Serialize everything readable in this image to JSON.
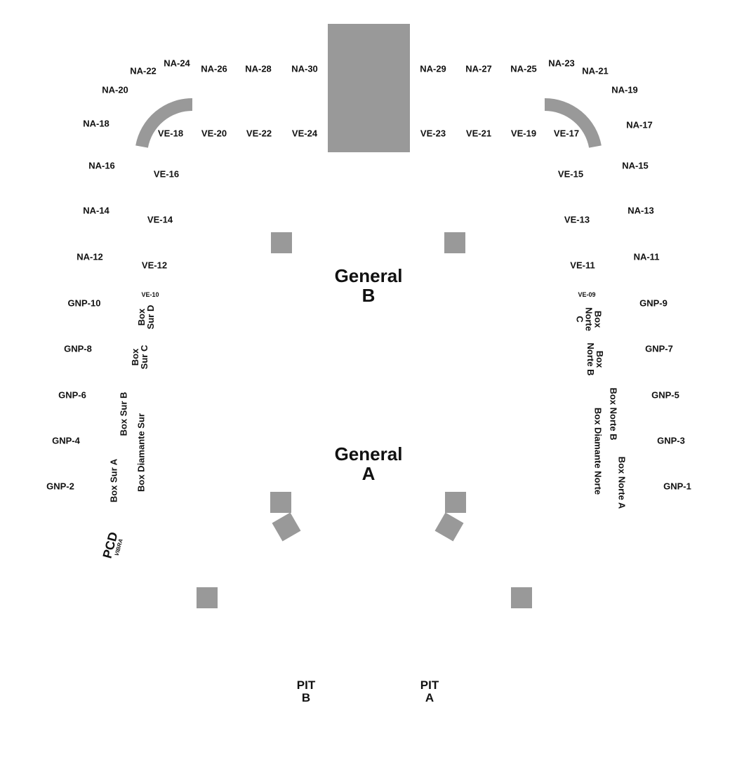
{
  "stage": {
    "color": "#999999"
  },
  "na": {
    "n24": "NA-24",
    "n22": "NA-22",
    "n26": "NA-26",
    "n28": "NA-28",
    "n30": "NA-30",
    "n29": "NA-29",
    "n27": "NA-27",
    "n25": "NA-25",
    "n23": "NA-23",
    "n21": "NA-21",
    "n20": "NA-20",
    "n19": "NA-19",
    "n18": "NA-18",
    "n17": "NA-17",
    "n16": "NA-16",
    "n15": "NA-15",
    "n14": "NA-14",
    "n13": "NA-13",
    "n12": "NA-12",
    "n11": "NA-11"
  },
  "ve": {
    "v18": "VE-18",
    "v20": "VE-20",
    "v22": "VE-22",
    "v24": "VE-24",
    "v23": "VE-23",
    "v21": "VE-21",
    "v19": "VE-19",
    "v17": "VE-17",
    "v16": "VE-16",
    "v15": "VE-15",
    "v14": "VE-14",
    "v13": "VE-13",
    "v12": "VE-12",
    "v11": "VE-11",
    "v10": "VE-10",
    "v09": "VE-09"
  },
  "gnp": {
    "g10": "GNP-10",
    "g9": "GNP-9",
    "g8": "GNP-8",
    "g7": "GNP-7",
    "g6": "GNP-6",
    "g5": "GNP-5",
    "g4": "GNP-4",
    "g3": "GNP-3",
    "g2": "GNP-2",
    "g1": "GNP-1"
  },
  "boxes": {
    "sur_d": [
      "Box",
      "Sur D"
    ],
    "sur_c": [
      "Box",
      "Sur C"
    ],
    "sur_b": "Box Sur B",
    "diamante_sur": "Box Diamante Sur",
    "sur_a": "Box Sur A",
    "norte_c": [
      "Box",
      "Norte",
      "C"
    ],
    "norte_b1": [
      "Box",
      "Norte B"
    ],
    "norte_b2": "Box Norte B",
    "diamante_norte": "Box Diamante Norte",
    "norte_a": "Box Norte A"
  },
  "pcd": {
    "main": "PCD",
    "sub": "VIBRA"
  },
  "general": {
    "b": [
      "General",
      "B"
    ],
    "a": [
      "General",
      "A"
    ]
  },
  "pit": {
    "b": [
      "PIT",
      "B"
    ],
    "a": [
      "PIT",
      "A"
    ]
  }
}
